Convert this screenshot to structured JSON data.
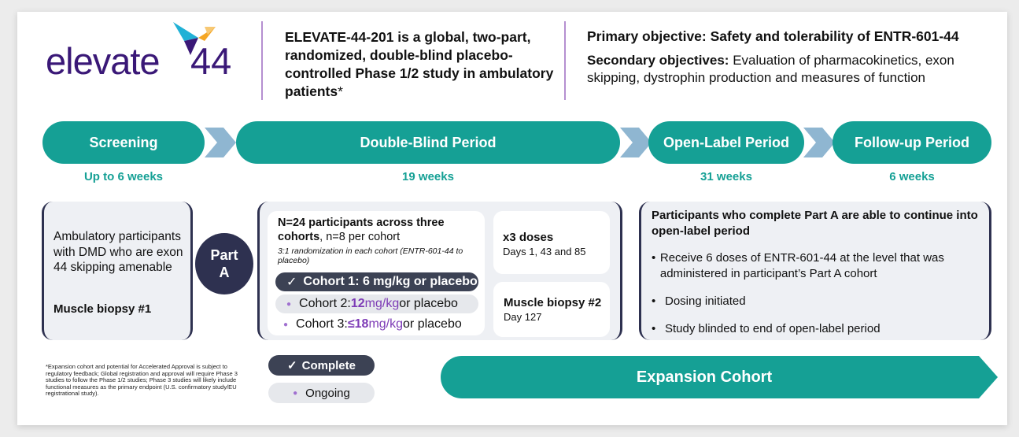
{
  "logo": {
    "word": "elevate",
    "number": "44"
  },
  "study_description": "ELEVATE-44-201 is a global, two-part, randomized, double-blind placebo-controlled Phase 1/2 study in ambulatory patients",
  "study_description_mark": "*",
  "objectives": {
    "primary": "Primary objective: Safety and tolerability of ENTR-601-44",
    "secondary_label": "Secondary objectives:",
    "secondary_text": "Evaluation of pharmacokinetics, exon skipping, dystrophin production and measures of function"
  },
  "phases": [
    {
      "label": "Screening",
      "duration": "Up to 6 weeks"
    },
    {
      "label": "Double-Blind Period",
      "duration": "19 weeks"
    },
    {
      "label": "Open-Label Period",
      "duration": "31 weeks"
    },
    {
      "label": "Follow-up Period",
      "duration": "6 weeks"
    }
  ],
  "eligibility": {
    "text": "Ambulatory participants with DMD who are exon 44 skipping amenable",
    "biopsy": "Muscle biopsy #1"
  },
  "part_a": "Part A",
  "double_blind": {
    "participants_bold": "N=24 participants across three cohorts",
    "participants_rest": ", n=8 per cohort",
    "randomization": "3:1 randomization in each cohort (ENTR-601-44 to placebo)",
    "cohorts": [
      {
        "check": "✓",
        "name": "Cohort 1",
        "dose": ": 6 mg/kg or placebo",
        "status": "complete"
      },
      {
        "name": "Cohort 2: ",
        "dose_value": "12",
        "dose_unit": " mg/kg",
        "rest": " or placebo",
        "status": "ongoing"
      },
      {
        "name": "Cohort 3: ",
        "dose_value": "≤18",
        "dose_unit": " mg/kg",
        "rest": " or placebo",
        "status": "planned"
      }
    ],
    "doses_title": "x3 doses",
    "doses_days": "Days 1, 43 and 85",
    "biopsy2_title": "Muscle biopsy #2",
    "biopsy2_day": "Day 127"
  },
  "open_label": {
    "heading": "Participants who complete Part A are able to continue into open-label period",
    "bullets": [
      "Receive 6 doses of ENTR-601-44 at the level that was administered in participant’s Part A cohort",
      "Dosing initiated",
      "Study blinded to end of open-label period"
    ]
  },
  "legend": {
    "complete": "Complete",
    "complete_check": "✓",
    "ongoing": "Ongoing"
  },
  "expansion": "Expansion Cohort",
  "footnote": "*Expansion cohort and potential for Accelerated Approval is subject to regulatory feedback; Global registration and approval will require Phase 3 studies to follow the Phase 1/2 studies; Phase 3 studies will likely include functional measures as the primary endpoint (U.S. confirmatory study/EU registrational study).",
  "colors": {
    "teal": "#15a095",
    "navy": "#2e3150",
    "purple": "#3a1877",
    "accent_purple": "#7d3bb6"
  }
}
